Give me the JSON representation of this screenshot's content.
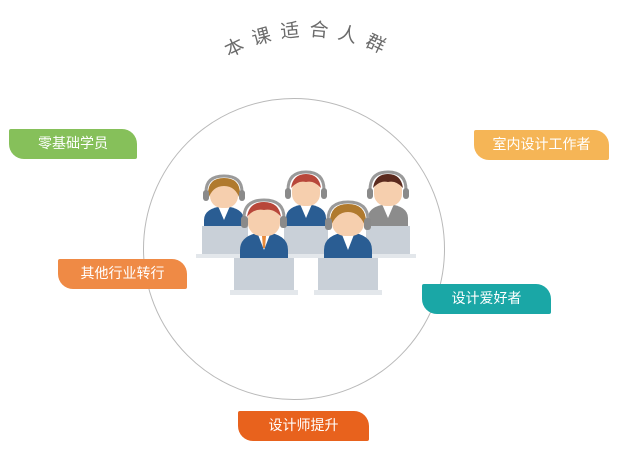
{
  "title": "本课适合人群",
  "audience": [
    {
      "label": "零基础学员",
      "color": "#86c05a"
    },
    {
      "label": "室内设计工作者",
      "color": "#f5b556"
    },
    {
      "label": "其他行业转行",
      "color": "#ef8a45"
    },
    {
      "label": "设计爱好者",
      "color": "#1aa7a6"
    },
    {
      "label": "设计师提升",
      "color": "#e8621d"
    }
  ],
  "illustration": "five-learners-with-headsets-at-laptops-icon"
}
